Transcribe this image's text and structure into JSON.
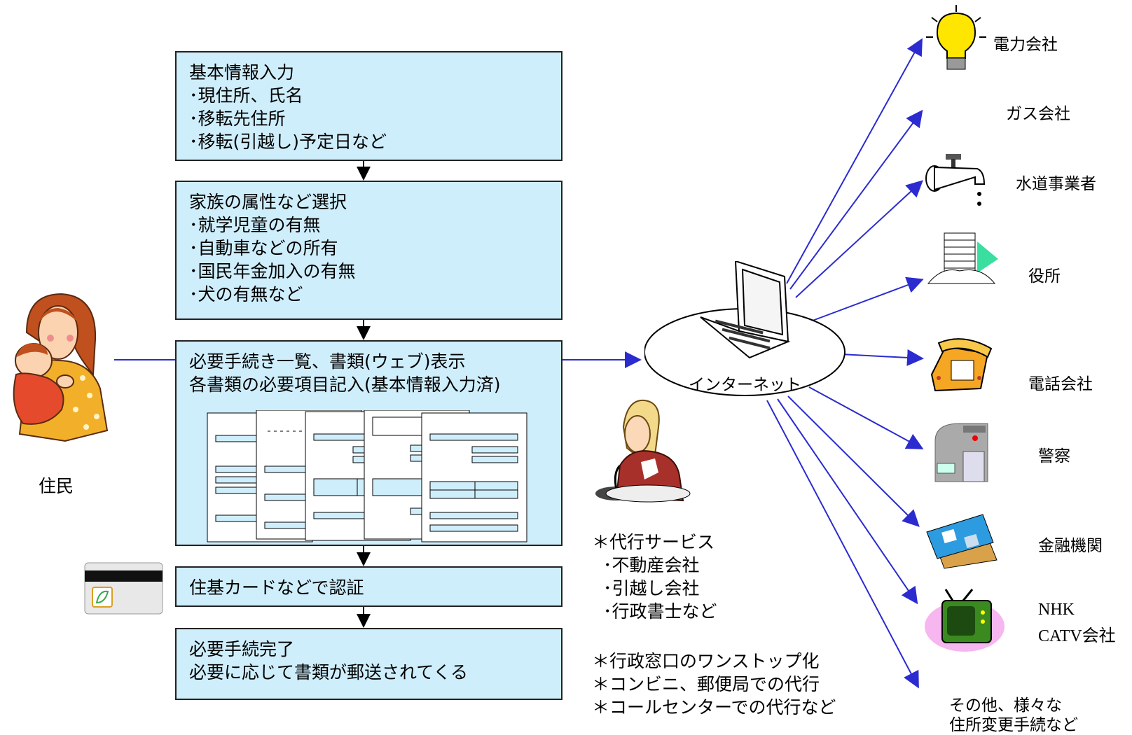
{
  "steps": [
    {
      "lines": [
        "基本情報入力",
        "･現住所、氏名",
        "･移転先住所",
        "･移転(引越し)予定日など"
      ]
    },
    {
      "lines": [
        "家族の属性など選択",
        "･就学児童の有無",
        "･自動車などの所有",
        "･国民年金加入の有無",
        "･犬の有無など"
      ]
    },
    {
      "lines": [
        "必要手続き一覧、書類(ウェブ)表示",
        "各書類の必要項目記入(基本情報入力済)"
      ]
    },
    {
      "lines": [
        "住基カードなどで認証"
      ]
    },
    {
      "lines": [
        "必要手続完了",
        "必要に応じて書類が郵送されてくる"
      ]
    }
  ],
  "resident_label": "住民",
  "internet_label": "インターネット",
  "agent_notes": [
    "＊代行サービス",
    "･不動産会社",
    "･引越し会社",
    "･行政書士など"
  ],
  "other_notes": [
    "＊行政窓口のワンストップ化",
    "＊コンビニ、郵便局での代行",
    "＊コールセンターでの代行など"
  ],
  "destinations": [
    {
      "label": "電力会社",
      "icon": "lightbulb-icon"
    },
    {
      "label": "ガス会社",
      "icon": ""
    },
    {
      "label": "水道事業者",
      "icon": "faucet-icon"
    },
    {
      "label": "役所",
      "icon": "building-icon"
    },
    {
      "label": "電話会社",
      "icon": "telephone-icon"
    },
    {
      "label": "警察",
      "icon": "police-box-icon"
    },
    {
      "label": "金融機関",
      "icon": "bank-card-icon"
    },
    {
      "label": "NHK",
      "label2": "CATV会社",
      "icon": "television-icon"
    },
    {
      "label": "その他、様々な",
      "label2": "住所変更手続など",
      "icon": ""
    }
  ],
  "colors": {
    "box_fill": "#cfeefc",
    "connector": "#2b2bd0",
    "flow_arrow": "#000000"
  }
}
